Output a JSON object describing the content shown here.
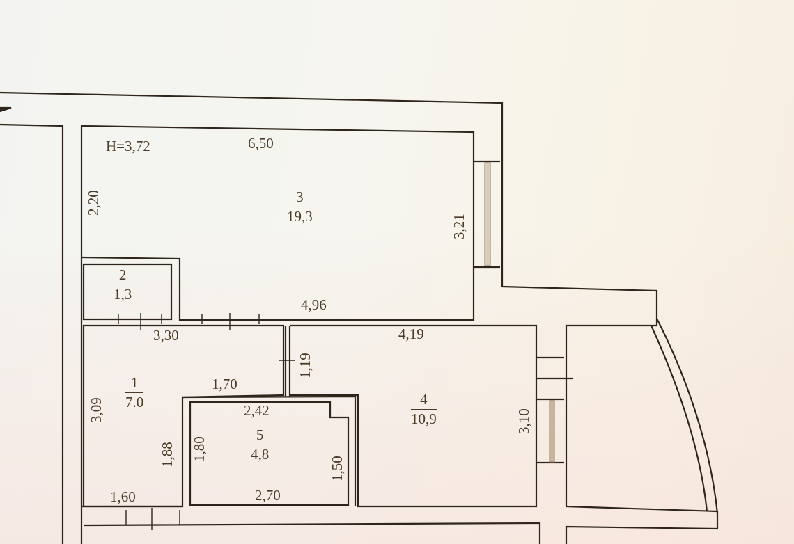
{
  "plan": {
    "ceiling_height_label": "H=3,72",
    "colors": {
      "wall": "#2e261c",
      "text": "#4a3a28",
      "window_fill": "#b8a68e",
      "paper": "#f6f3ec"
    },
    "rooms": [
      {
        "number": "1",
        "area": "7.0"
      },
      {
        "number": "2",
        "area": "1,3"
      },
      {
        "number": "3",
        "area": "19,3"
      },
      {
        "number": "4",
        "area": "10,9"
      },
      {
        "number": "5",
        "area": "4,8"
      }
    ],
    "dimensions": {
      "room3_top": "6,50",
      "room3_left": "2,20",
      "room3_right": "3,21",
      "room3_bottom": "4,96",
      "room1_top": "3,30",
      "room1_left": "3,09",
      "room1_inner": "1,70",
      "room1_right_lower": "1,88",
      "room1_bottom": "1,60",
      "corridor_wall": "1,19",
      "room4_top": "4,19",
      "room4_right": "3,10",
      "room5_top": "2,42",
      "room5_left": "1,80",
      "room5_right": "1,50",
      "room5_bottom": "2,70"
    },
    "icons": {
      "north_arrow": "triangle-pointer"
    }
  }
}
